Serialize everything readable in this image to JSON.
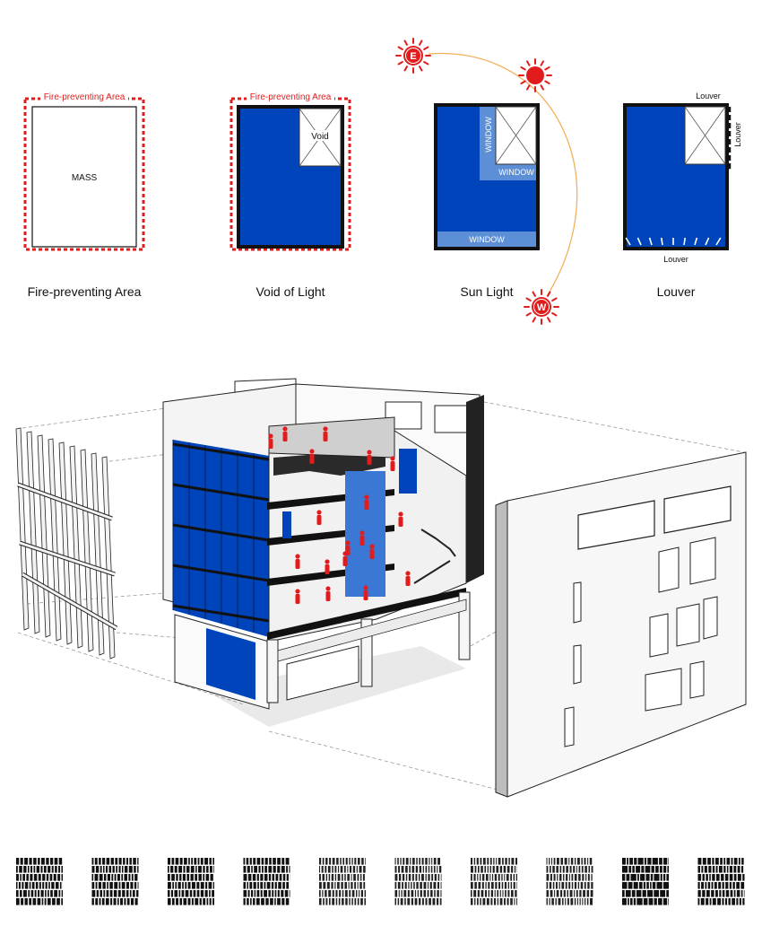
{
  "concepts": [
    {
      "caption": "Fire-preventing Area",
      "zone_label": "Fire-preventing Area",
      "mass_label": "MASS"
    },
    {
      "caption": "Void of Light",
      "zone_label": "Fire-preventing Area",
      "void_label": "Void"
    },
    {
      "caption": "Sun Light",
      "window_labels": [
        "WINDOW",
        "WINDOW",
        "WINDOW"
      ]
    },
    {
      "caption": "Louver",
      "louver_labels": [
        "Louver",
        "Louver",
        "Louver"
      ]
    }
  ],
  "sun": {
    "east_label": "E",
    "west_label": "W"
  },
  "colors": {
    "blue": "#0044bb",
    "light_blue": "#5c8fd6",
    "red": "#e21c1c",
    "sun_arc": "#f2b05a",
    "black": "#111111"
  },
  "pattern_count": 10
}
